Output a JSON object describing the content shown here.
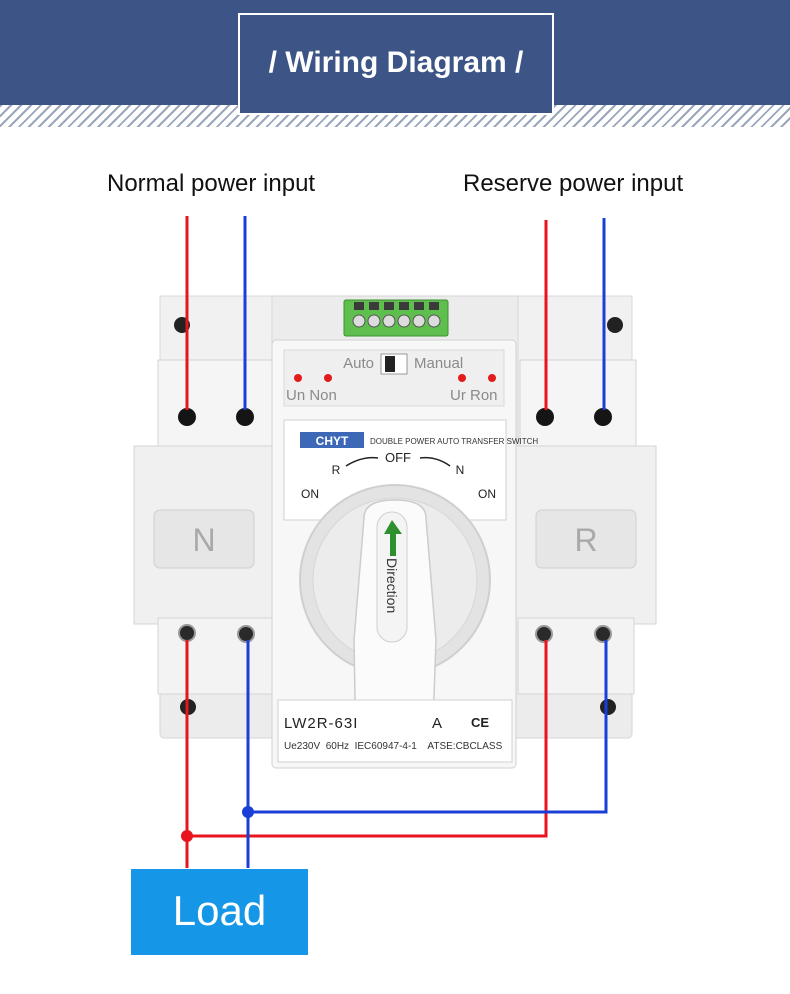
{
  "header": {
    "title": "/ Wiring Diagram /"
  },
  "inputs": {
    "normal_label": "Normal power input",
    "reserve_label": "Reserve power input"
  },
  "device": {
    "side_left": "N",
    "side_right": "R",
    "mode_auto": "Auto",
    "mode_manual": "Manual",
    "ind_left": "Un Non",
    "ind_right": "Ur Ron",
    "brand": "CHYT",
    "product_name": "DOUBLE POWER AUTO TRANSFER SWITCH",
    "dial_off": "OFF",
    "dial_r": "R",
    "dial_n": "N",
    "dial_on_left": "ON",
    "dial_on_right": "ON",
    "handle_text": "Direction",
    "model": "LW2R-63I",
    "model_suffix": "A",
    "ce": "CE",
    "spec_line": "Ue230V  60Hz  IEC60947-4-1    ATSE:CBCLASS"
  },
  "load": {
    "label": "Load"
  },
  "colors": {
    "header": "#3c5586",
    "live_wire": "#e8141e",
    "neutral_wire": "#1a3fd6",
    "load": "#1596e6"
  }
}
